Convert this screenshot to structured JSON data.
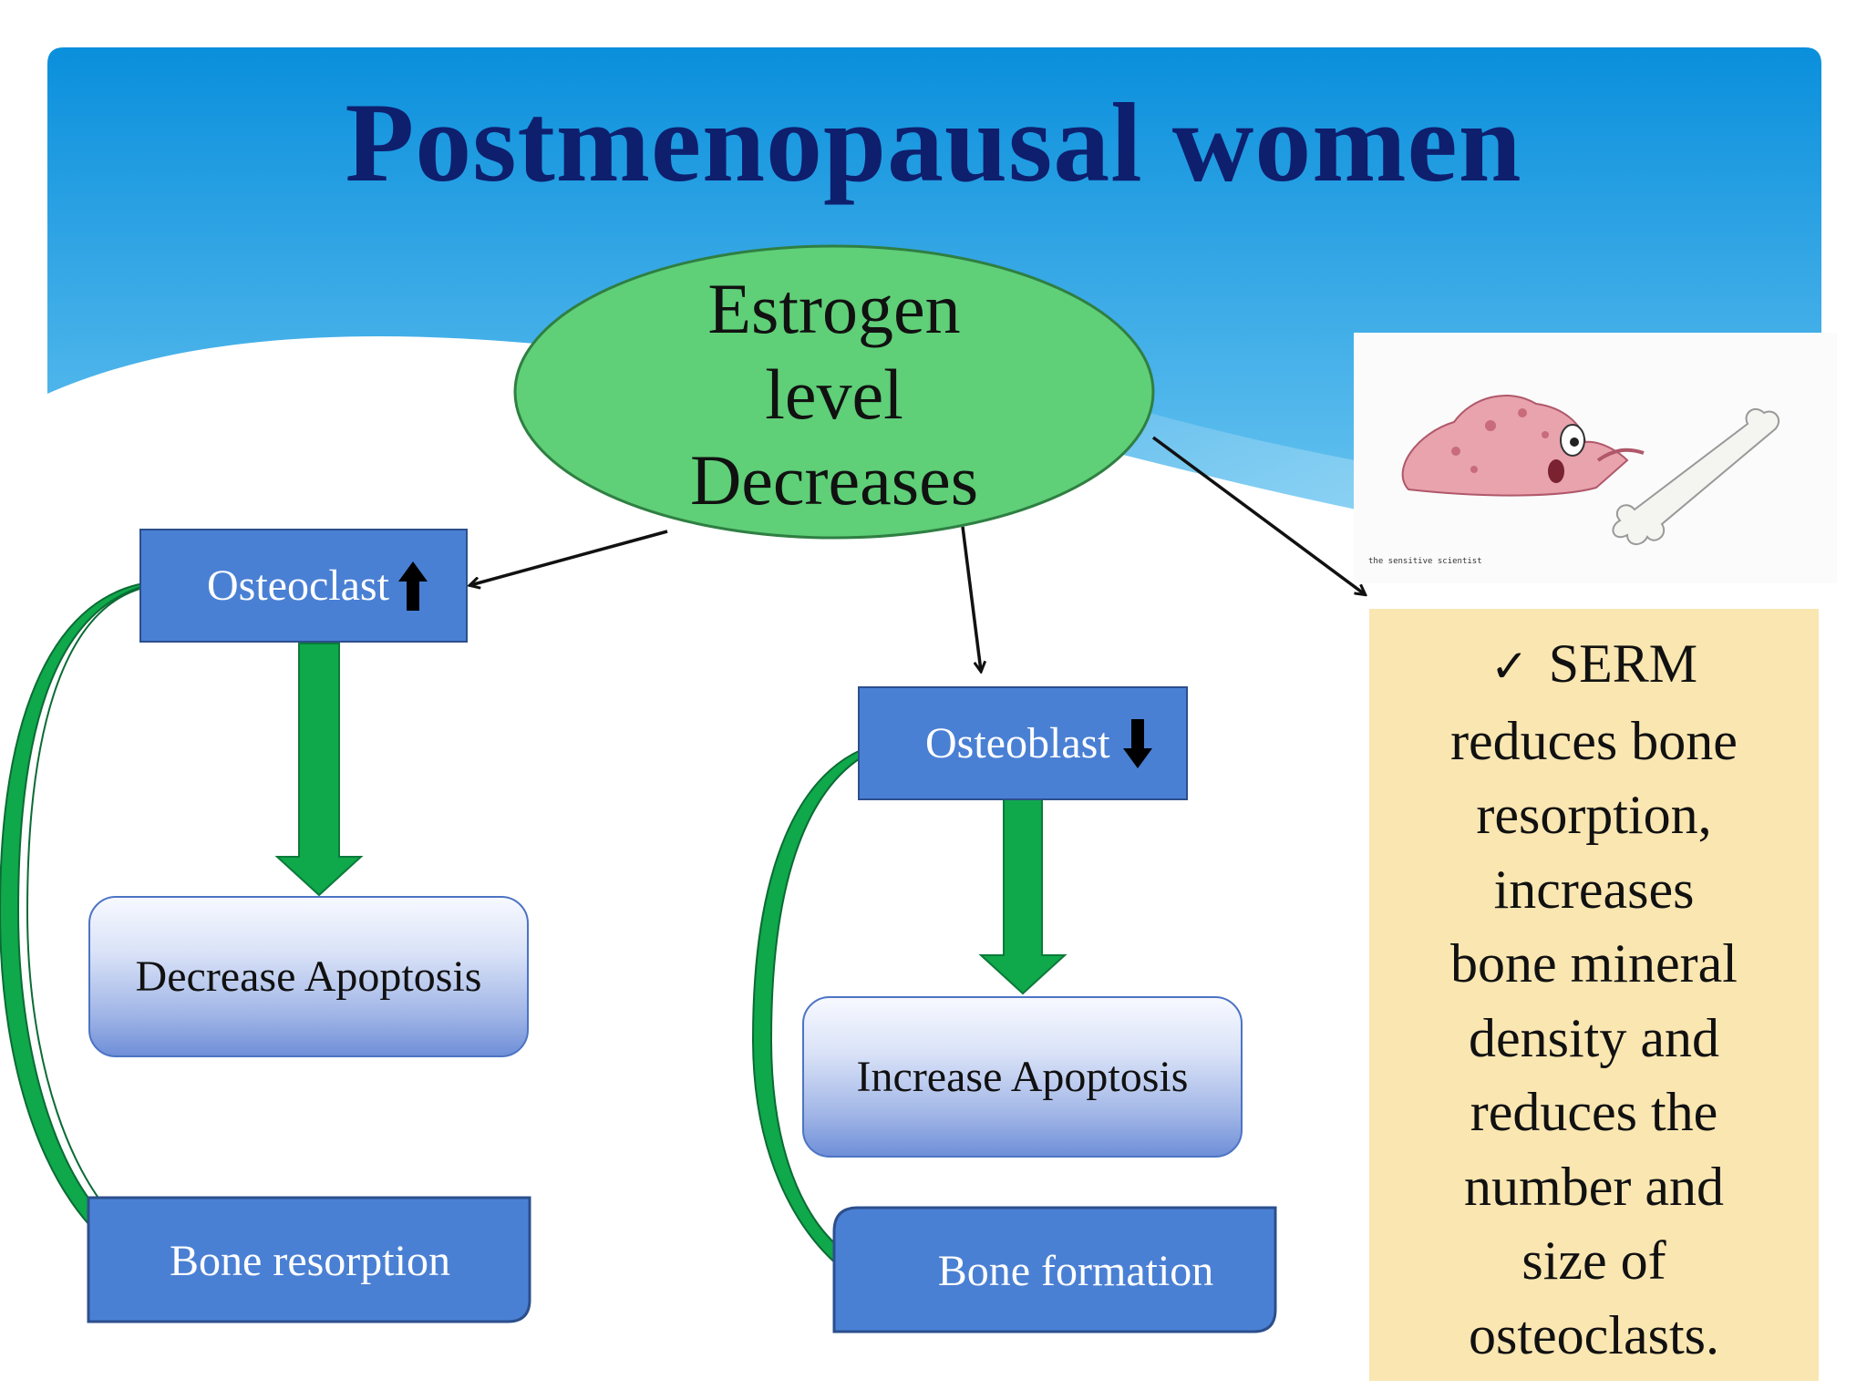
{
  "title": "Postmenopausal women",
  "center_node": {
    "lines": [
      "Estrogen",
      "level",
      "Decreases"
    ]
  },
  "left_branch": {
    "cell_label": "Osteoclast",
    "cell_trend": "up",
    "effect_label": "Decrease Apoptosis",
    "outcome_label": "Bone resorption"
  },
  "middle_branch": {
    "cell_label": "Osteoblast",
    "cell_trend": "down",
    "effect_label": "Increase Apoptosis",
    "outcome_label": "Bone formation"
  },
  "illustration": {
    "caption": "the sensitive scientist"
  },
  "note": {
    "check_symbol": "✓",
    "lines": [
      "SERM",
      "reduces bone",
      "resorption,",
      "increases",
      "bone mineral",
      "density and",
      "reduces the",
      "number and",
      "size of",
      "osteoclasts."
    ]
  },
  "colors": {
    "header_top": "#0a8fdc",
    "header_bottom": "#6cc6f1",
    "ellipse_fill": "#5fcf78",
    "box_blue": "#4a80d4",
    "arrow_green": "#0fa84a",
    "title_navy": "#0e1f6e",
    "note_fill": "#fae6b1"
  }
}
